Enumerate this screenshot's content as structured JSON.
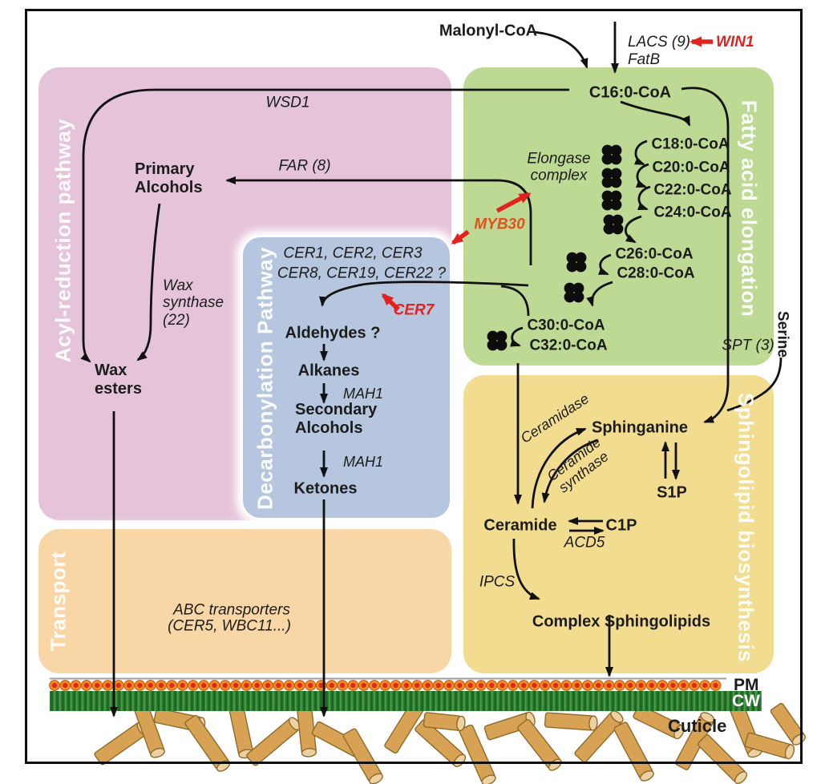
{
  "regions": {
    "acyl_reduction": {
      "label": "Acyl-reduction pathway",
      "color": "#e5c4d9"
    },
    "fatty_acid_elongation": {
      "label": "Fatty acid elongation",
      "color": "#bdd994"
    },
    "decarbonylation": {
      "label": "Decarbonylation Pathway",
      "color": "#b5c6de"
    },
    "sphingolipid": {
      "label": "Sphingolipid biosynthesis",
      "color": "#f2dc90"
    },
    "transport": {
      "label": "Transport",
      "color": "#f9d6a5"
    }
  },
  "inputs": {
    "malonyl": "Malonyl-CoA",
    "lacs": "LACS (9)",
    "fatb": "FatB",
    "serine": "Serine",
    "spt": "SPT (3)"
  },
  "regulators": {
    "win1": "WIN1",
    "myb30": "MYB30",
    "cer7": "CER7",
    "red_accent": "#e2231d",
    "myb30_accent": "#e0511d"
  },
  "elongation": {
    "c16": "C16:0-CoA",
    "complex_label": "Elongase complex",
    "chain": [
      "C18:0-CoA",
      "C20:0-CoA",
      "C22:0-CoA",
      "C24:0-CoA",
      "C26:0-CoA",
      "C28:0-CoA",
      "C30:0-CoA",
      "C32:0-CoA"
    ]
  },
  "acyl": {
    "wsd1": "WSD1",
    "far": "FAR (8)",
    "primary_alcohols": "Primary Alcohols",
    "wax_synthase": "Wax synthase (22)",
    "wax_esters": "Wax esters"
  },
  "decarb": {
    "cer_line1": "CER1, CER2, CER3",
    "cer_line2": "CER8, CER19, CER22 ?",
    "aldehydes": "Aldehydes ?",
    "alkanes": "Alkanes",
    "mah1": "MAH1",
    "secondary_alcohols": "Secondary Alcohols",
    "ketones": "Ketones"
  },
  "sphingo": {
    "sphinganine": "Sphinganine",
    "ceramidase": "Ceramidase",
    "ceramide_synthase": "Ceramide synthase",
    "s1p": "S1P",
    "ceramide": "Ceramide",
    "c1p": "C1P",
    "acd5": "ACD5",
    "ipcs": "IPCS",
    "complex_sphingolipids": "Complex Sphingolipids"
  },
  "transport_box": {
    "abc_line1": "ABC transporters",
    "abc_line2": "(CER5, WBC11...)"
  },
  "membrane": {
    "pm": "PM",
    "cw": "CW",
    "cuticle": "Cuticle"
  }
}
